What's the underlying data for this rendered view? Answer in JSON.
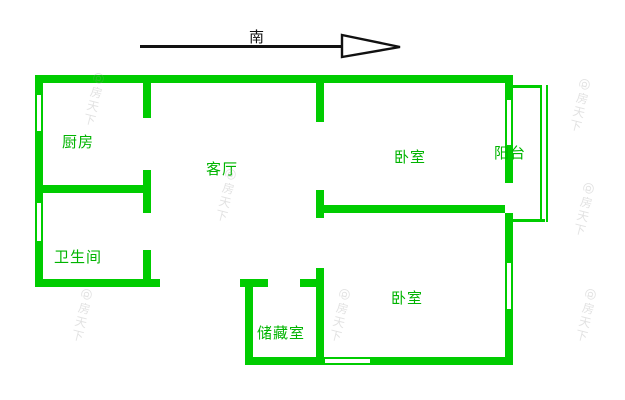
{
  "compass": {
    "label": "南"
  },
  "rooms": [
    {
      "id": "kitchen",
      "label": "厨房"
    },
    {
      "id": "living-room",
      "label": "客厅"
    },
    {
      "id": "bedroom-north",
      "label": "卧室"
    },
    {
      "id": "balcony",
      "label": "阳台"
    },
    {
      "id": "bathroom",
      "label": "卫生间"
    },
    {
      "id": "bedroom-south",
      "label": "卧室"
    },
    {
      "id": "storage-room",
      "label": "储藏室"
    }
  ],
  "watermark": {
    "text": "@房天下"
  },
  "colors": {
    "wall": "#00cc00",
    "room-text": "#00b400",
    "ink": "#111111",
    "watermark-color": "rgba(150,150,150,0.28)"
  }
}
